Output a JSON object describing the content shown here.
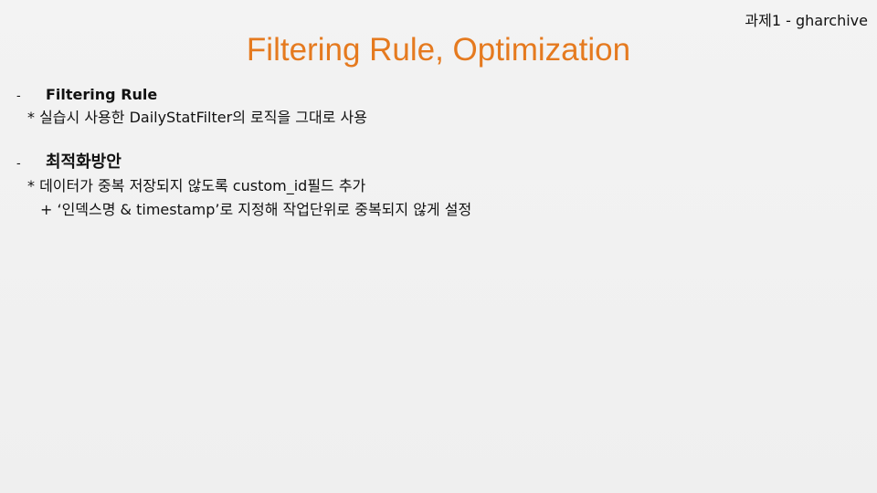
{
  "slide": {
    "corner_label": "과제1 - gharchive",
    "title": "Filtering Rule, Optimization",
    "sections": [
      {
        "bullet": "-",
        "heading": "Filtering Rule",
        "lines": [
          "* 실습시 사용한 DailyStatFilter의 로직을 그대로 사용"
        ]
      },
      {
        "bullet": "-",
        "heading": "최적화방안",
        "lines": [
          "* 데이터가 중복 저장되지 않도록 custom_id필드 추가",
          "+ ‘인덱스명 & timestamp’로 지정해 작업단위로 중복되지 않게 설정"
        ]
      }
    ]
  }
}
